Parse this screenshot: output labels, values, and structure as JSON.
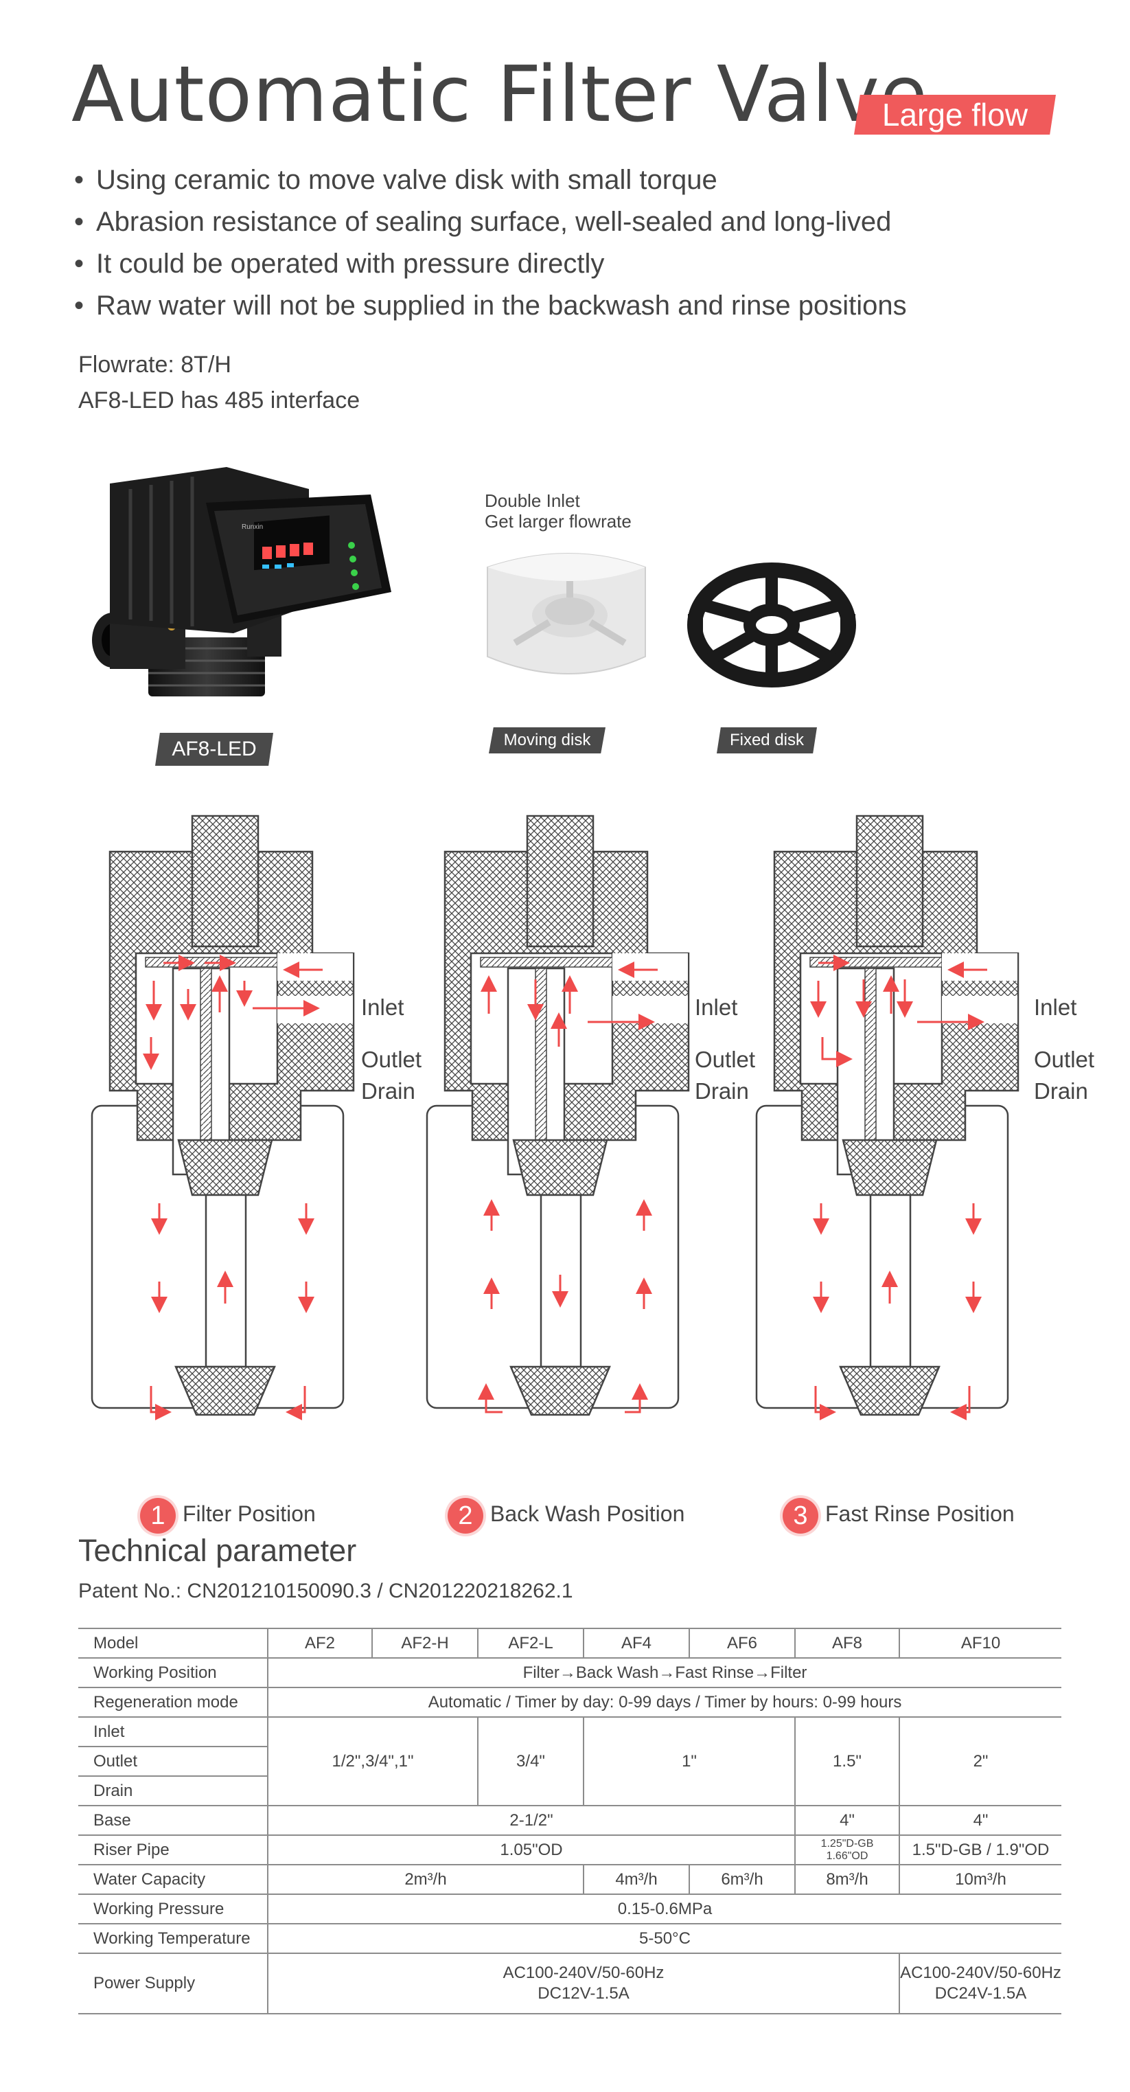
{
  "header": {
    "title": "Automatic Filter Valve",
    "badge": "Large flow"
  },
  "features": [
    "Using ceramic to move valve disk with small torque",
    "Abrasion resistance of sealing surface, well-sealed and long-lived",
    "It could be operated with pressure directly",
    "Raw water will not be supplied in the backwash and rinse positions"
  ],
  "specs": {
    "flowrate": "Flowrate: 8T/H",
    "interface": "AF8-LED has 485 interface"
  },
  "products": {
    "valve_label": "AF8-LED",
    "valve_brand": "Runxin",
    "moving_caption_1": "Double Inlet",
    "moving_caption_2": "Get larger flowrate",
    "moving_label": "Moving disk",
    "fixed_label": "Fixed disk"
  },
  "ports": {
    "inlet": "Inlet",
    "outlet": "Outlet",
    "drain": "Drain"
  },
  "positions": [
    {
      "num": "1",
      "label": "Filter Position"
    },
    {
      "num": "2",
      "label": "Back Wash Position"
    },
    {
      "num": "3",
      "label": "Fast Rinse Position"
    }
  ],
  "tech": {
    "title": "Technical parameter",
    "patent": "Patent No.: CN201210150090.3 / CN201220218262.1",
    "model_label": "Model",
    "models": [
      "AF2",
      "AF2-H",
      "AF2-L",
      "AF4",
      "AF6",
      "AF8",
      "AF10"
    ],
    "working_position_label": "Working Position",
    "working_position": "Filter→Back Wash→Fast Rinse→Filter",
    "regeneration_label": "Regeneration mode",
    "regeneration": "Automatic / Timer by day: 0-99 days / Timer by hours: 0-99 hours",
    "inlet_label": "Inlet",
    "outlet_label": "Outlet",
    "drain_label": "Drain",
    "conn": [
      "1/2\",3/4\",1\"",
      "3/4\"",
      "1\"",
      "1.5\"",
      "2\""
    ],
    "base_label": "Base",
    "base": [
      "2-1/2\"",
      "4\"",
      "4\""
    ],
    "riser_label": "Riser Pipe",
    "riser": [
      "1.05\"OD",
      "1.25\"D-GB",
      "1.66\"OD",
      "1.5\"D-GB / 1.9\"OD"
    ],
    "capacity_label": "Water Capacity",
    "capacity": [
      "2m³/h",
      "4m³/h",
      "6m³/h",
      "8m³/h",
      "10m³/h"
    ],
    "pressure_label": "Working Pressure",
    "pressure": "0.15-0.6MPa",
    "temp_label": "Working Temperature",
    "temp": "5-50°C",
    "power_label": "Power Supply",
    "power_a1": "AC100-240V/50-60Hz",
    "power_a2": "DC12V-1.5A",
    "power_b1": "AC100-240V/50-60Hz",
    "power_b2": "DC24V-1.5A"
  },
  "colors": {
    "accent": "#f05a5b",
    "text": "#444444",
    "dark": "#2b2b2b"
  }
}
